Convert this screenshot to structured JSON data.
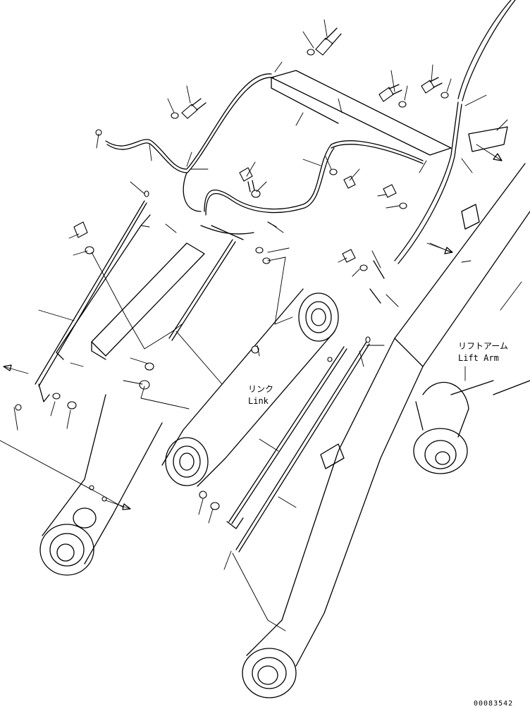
{
  "labels": {
    "lift_arm_jp": "リフトアーム",
    "lift_arm_en": "Lift Arm",
    "link_jp": "リンク",
    "link_en": "Link"
  },
  "drawing_number": "00083542"
}
